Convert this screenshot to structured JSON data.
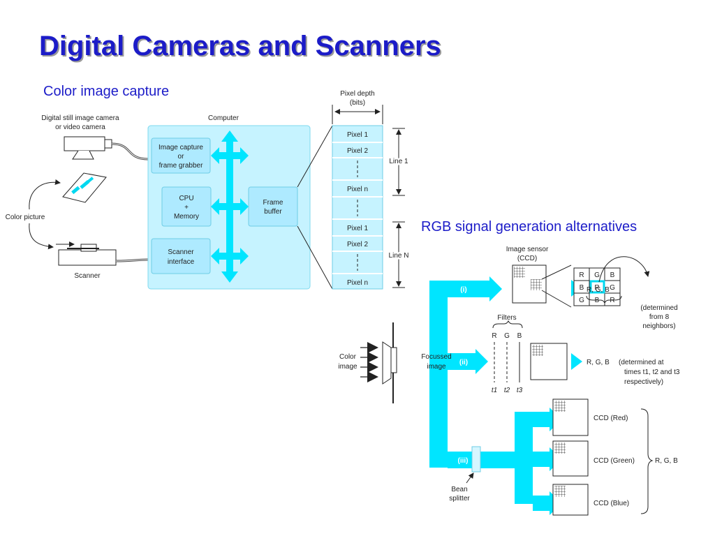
{
  "title": "Digital Cameras and Scanners",
  "subtitles": {
    "capture": "Color image capture",
    "rgb": "RGB signal generation alternatives"
  },
  "colors": {
    "title": "#1c1cc8",
    "cyan": "#00e5ff",
    "panel": "#c6f3ff",
    "box": "#aeeaff"
  },
  "capture": {
    "camera_label": [
      "Digital still image camera",
      "or video camera"
    ],
    "color_picture": "Color picture",
    "scanner": "Scanner",
    "computer": "Computer",
    "image_capture": [
      "Image capture",
      "or",
      "frame grabber"
    ],
    "cpu": [
      "CPU",
      "+",
      "Memory"
    ],
    "scanner_interface": [
      "Scanner",
      "interface"
    ],
    "frame_buffer": [
      "Frame",
      "buffer"
    ],
    "pixel_depth": [
      "Pixel depth",
      "(bits)"
    ],
    "pixels": [
      "Pixel 1",
      "Pixel 2",
      "",
      "Pixel n",
      "",
      "Pixel 1",
      "Pixel 2",
      "",
      "Pixel n"
    ],
    "line1": "Line 1",
    "lineN": "Line N"
  },
  "rgb": {
    "color_image": [
      "Color",
      "image"
    ],
    "focussed_image": [
      "Focussed",
      "image"
    ],
    "path_labels": [
      "(i)",
      "(ii)",
      "(iii)"
    ],
    "image_sensor": [
      "Image sensor",
      "(CCD)"
    ],
    "bayer": [
      "R",
      "G",
      "B",
      "B",
      "R",
      "G",
      "G",
      "B",
      "R"
    ],
    "out_i": "R, G, B",
    "note_i": [
      "(determined",
      "from 8",
      "neighbors)"
    ],
    "filters": "Filters",
    "filter_letters": [
      "R",
      "G",
      "B"
    ],
    "t_labels": [
      "t1",
      "t2",
      "t3"
    ],
    "out_ii": "R, G, B",
    "note_ii": [
      "(determined at",
      "times t1, t2 and t3",
      "respectively)"
    ],
    "ccd_red": "CCD (Red)",
    "ccd_green": "CCD (Green)",
    "ccd_blue": "CCD (Blue)",
    "out_iii": "R, G, B",
    "beam_splitter": [
      "Bean",
      "splitter"
    ]
  }
}
